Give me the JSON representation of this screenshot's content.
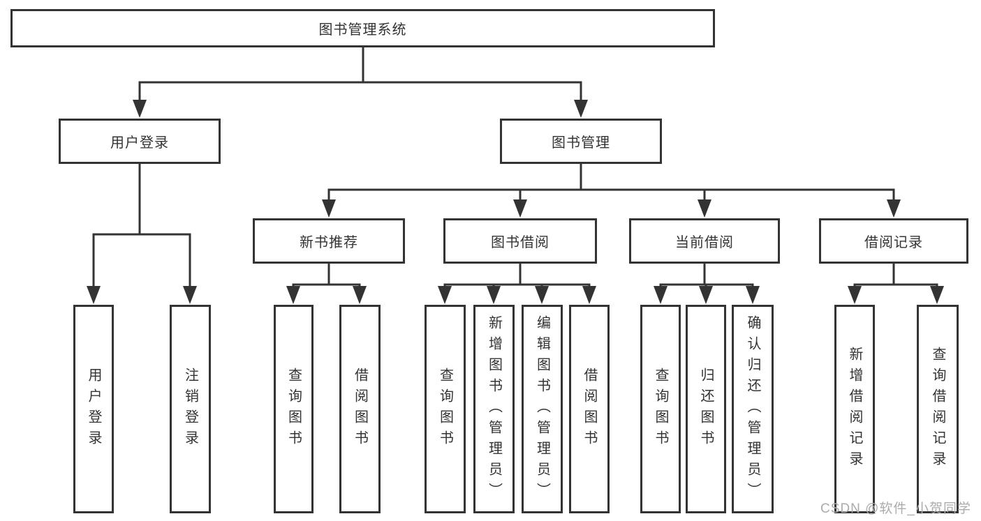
{
  "colors": {
    "line": "#333333",
    "border": "#333333",
    "text": "#333333",
    "watermark": "#ababab",
    "background": "#ffffff"
  },
  "diagram": {
    "root": {
      "label": "图书管理系统"
    },
    "level2": [
      {
        "label": "用户登录"
      },
      {
        "label": "图书管理"
      }
    ],
    "level3": [
      {
        "label": "新书推荐"
      },
      {
        "label": "图书借阅"
      },
      {
        "label": "当前借阅"
      },
      {
        "label": "借阅记录"
      }
    ],
    "leaves": {
      "user_login": [
        "用户登录",
        "注销登录"
      ],
      "new_book_recommend": [
        "查询图书",
        "借阅图书"
      ],
      "book_borrow": [
        "查询图书",
        "新增图书（管理员）",
        "编辑图书（管理员）",
        "借阅图书"
      ],
      "current_borrow": [
        "查询图书",
        "归还图书",
        "确认归还（管理员）"
      ],
      "borrow_records": [
        "新增借阅记录",
        "查询借阅记录"
      ]
    }
  },
  "watermark": {
    "text": "CSDN @软件_小贺同学"
  }
}
